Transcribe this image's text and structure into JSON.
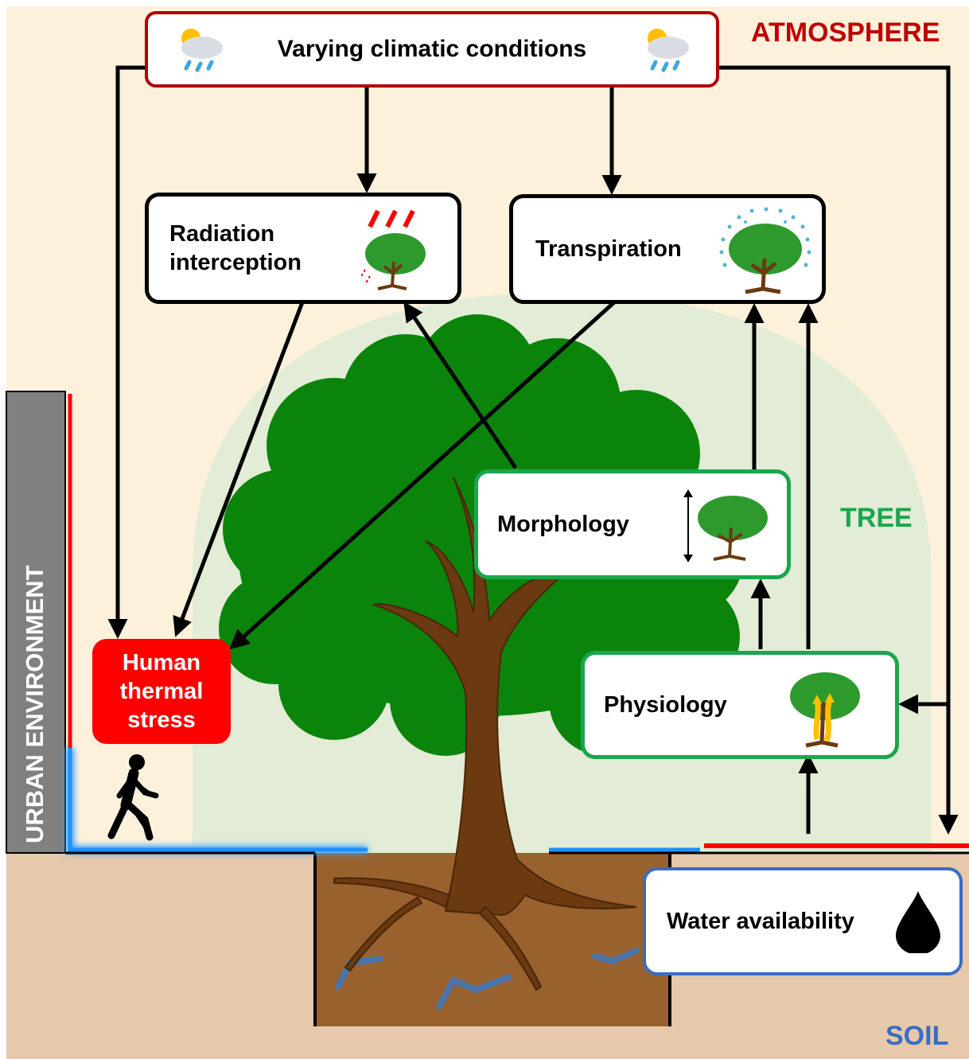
{
  "regions": {
    "atmosphere": "ATMOSPHERE",
    "tree": "TREE",
    "soil": "SOIL",
    "urban": "URBAN ENVIRONMENT"
  },
  "nodes": {
    "climate": "Varying climatic conditions",
    "radiation": "Radiation\ninterception",
    "transpiration": "Transpiration",
    "morphology": "Morphology",
    "physiology": "Physiology",
    "water": "Water availability",
    "human": "Human\nthermal\nstress"
  },
  "colors": {
    "atmosphere_bg": "#fdf1dc",
    "soil_bg": "#e6c9aa",
    "tree_zone": "#e2ecd6",
    "canopy": "#0b840b",
    "trunk": "#6b3a10",
    "pit": "#98612e",
    "atmosphere_text": "#c00000",
    "tree_text": "#1aa64d",
    "soil_text": "#3a6cc4",
    "human_box": "#ff0000",
    "urban_wall": "#808080"
  },
  "icons": [
    "weather-cloud-sun-rain-icon",
    "sun-rays-tree-icon",
    "transpiring-tree-icon",
    "tree-height-icon",
    "tree-sapflow-icon",
    "water-drop-icon",
    "walking-person-icon"
  ]
}
